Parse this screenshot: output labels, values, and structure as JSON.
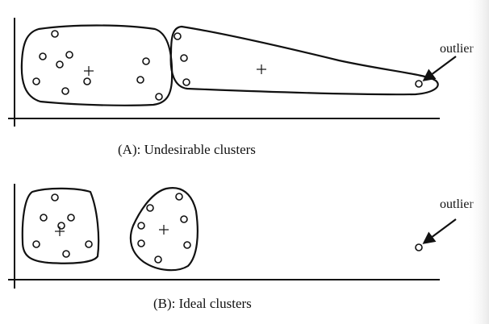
{
  "panel_a": {
    "caption": "(A): Undesirable clusters",
    "outlier_label": "outlier"
  },
  "panel_b": {
    "caption": "(B): Ideal clusters",
    "outlier_label": "outlier"
  }
}
